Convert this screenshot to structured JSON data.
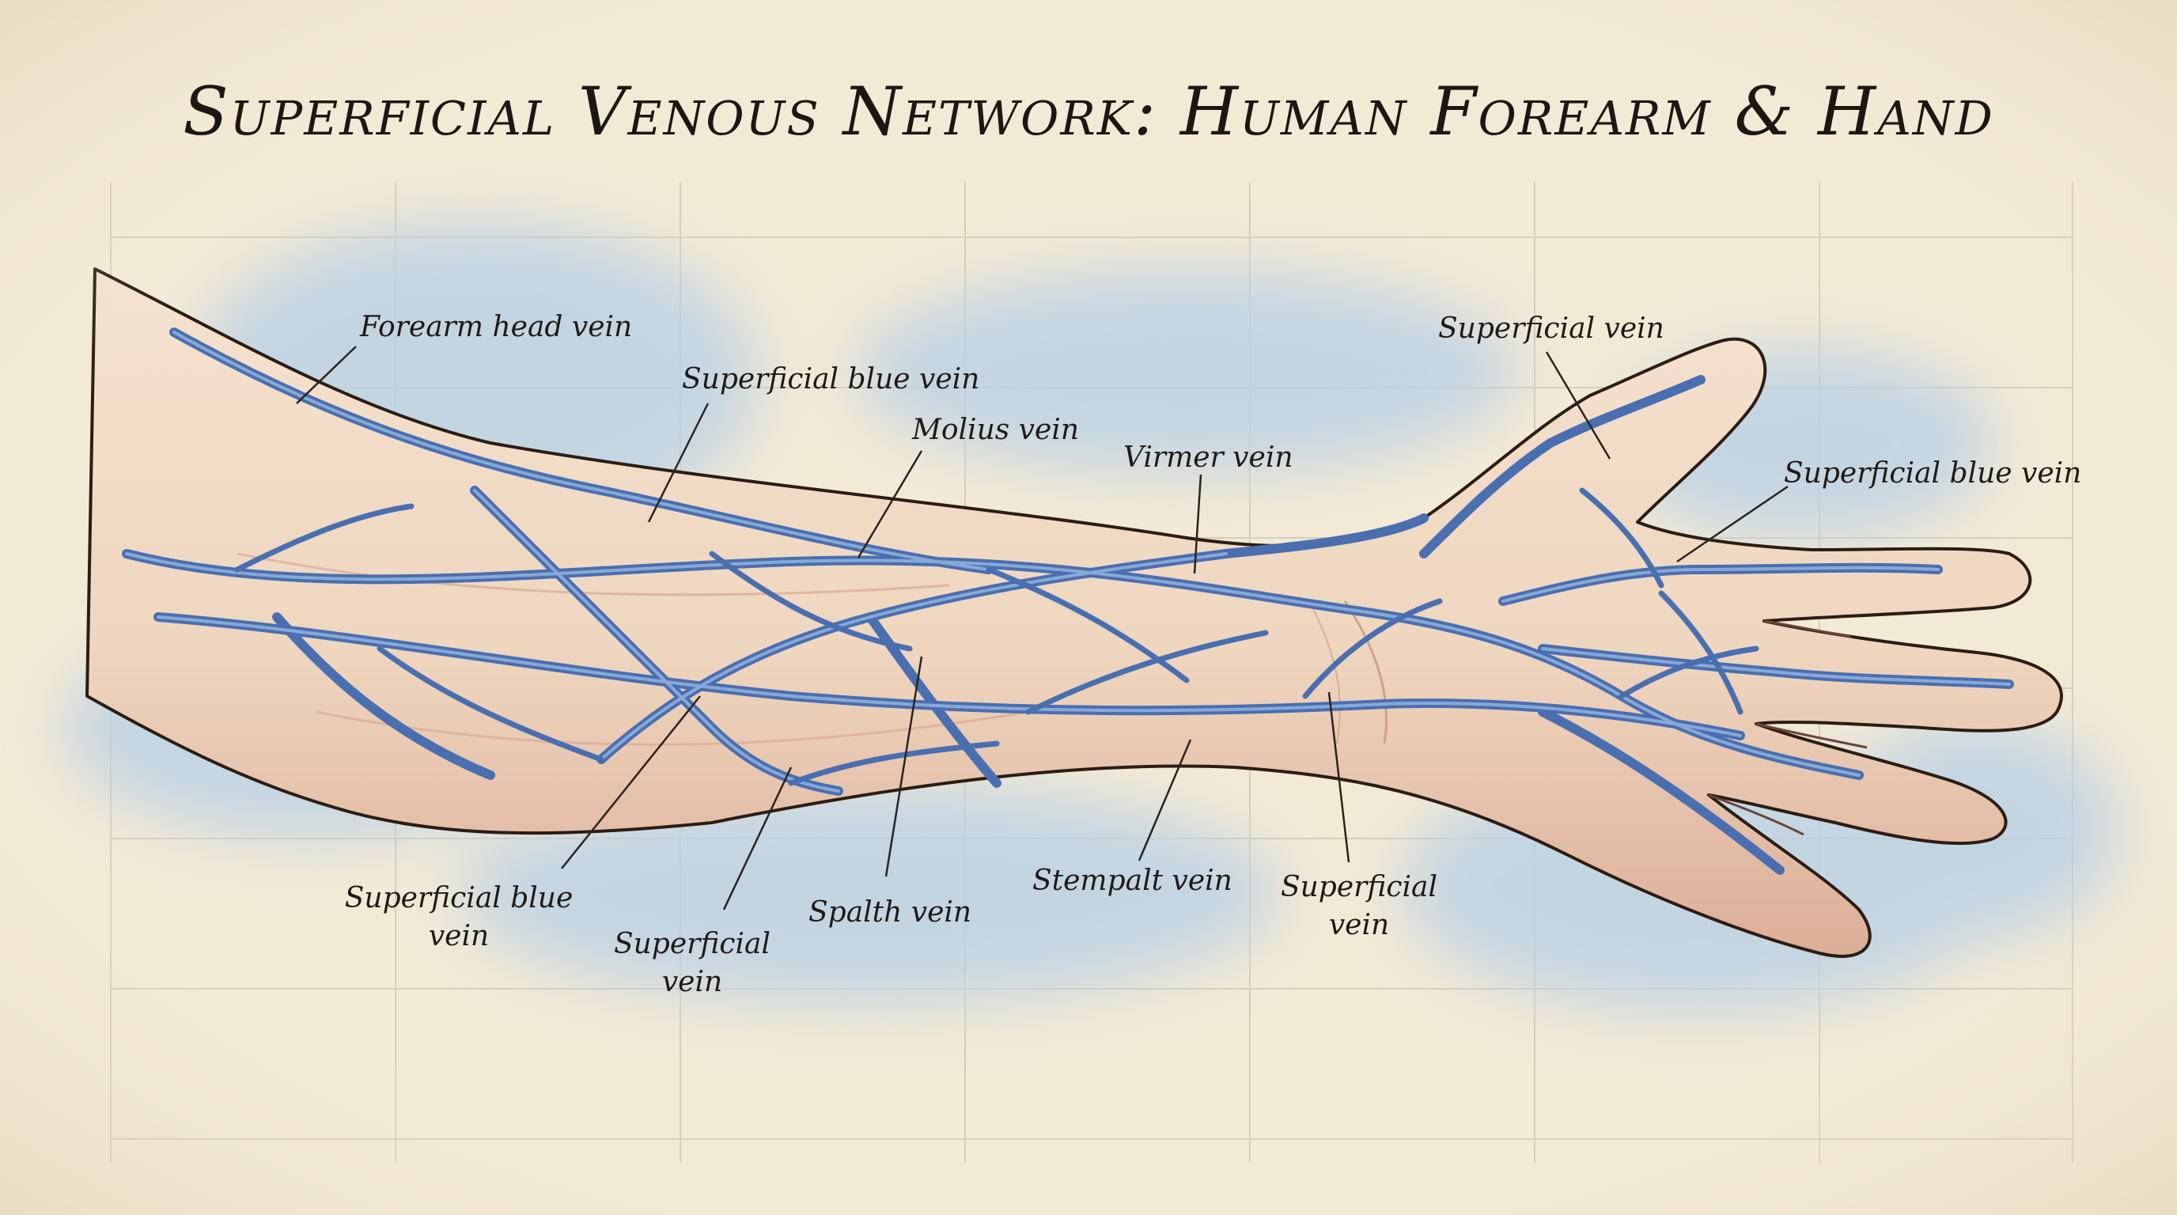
{
  "title": "Superficial Venous Network: Human Forearm & Hand",
  "labels": {
    "forearm_head_vein": "Forearm head vein",
    "superficial_blue_vein_top": "Superficial blue vein",
    "molius_vein": "Molius vein",
    "virmer_vein": "Virmer vein",
    "superficial_vein_thumb": "Superficial vein",
    "superficial_blue_vein_hand": "Superficial blue vein",
    "superficial_blue_vein_bottom_line1": "Superficial blue",
    "superficial_blue_vein_bottom_line2": "vein",
    "superficial_vein_bottom_line1": "Superficial",
    "superficial_vein_bottom_line2": "vein",
    "spalth_vein": "Spalth vein",
    "stempalt_vein": "Stempalt vein",
    "superficial_vein_wrist_line1": "Superficial",
    "superficial_vein_wrist_line2": "vein"
  },
  "colors": {
    "paper": "#f3ead6",
    "grid": "#d9cfb8",
    "watercolor_wash": "#b9d0e6",
    "skin": "#f1d8c2",
    "skin_shadow": "#d9a994",
    "outline": "#2b1d14",
    "vein": "#4a6fb0",
    "vein_highlight": "#8fb0dc",
    "leader_line": "#2a241e"
  }
}
